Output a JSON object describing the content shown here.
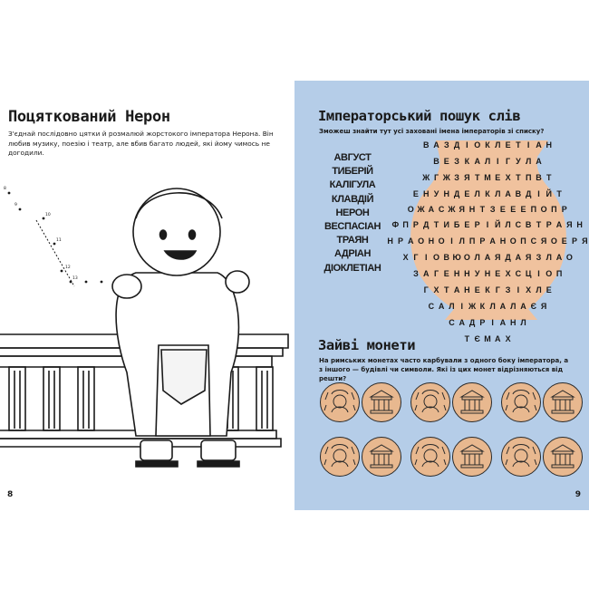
{
  "left_page": {
    "title": "Поцяткований Нерон",
    "intro": "З'єднай послідовно цятки й розмалюй жорстокого імператора Нерона. Він любив музику, поезію і театр, але вбив багато людей, які йому чимось не догодили.",
    "page_number": "8"
  },
  "right_page": {
    "title": "Імператорський пошук слів",
    "intro": "Зможеш знайти тут усі заховані імена імператорів зі списку?",
    "emperors": [
      "Август",
      "Тиберій",
      "Калігула",
      "Клавдій",
      "Нерон",
      "Веспасіан",
      "Траян",
      "Адріан",
      "Діоклетіан"
    ],
    "grid": [
      "ВАЗДІОКЛЕТІАН",
      "ВЕЗКАЛІГУЛА",
      "ЖГЖЗЯТМЕХТПВТ",
      "ЕНУНДЕЛКЛАВДІЙТ",
      "ОЖАСЖЯНТЗЕЕЕПОПР",
      "ФПРДТИБЕРІЙЛСВТРАЯН",
      "НРАОНОІЛПРАНОПСЯОЕРЯ",
      "ХГІОВЮОЛАЯДАЯЗЛАО",
      "ЗАГЕННУНЕХСЦІОП",
      "ГХТАНЕКГЗІХЛЕ",
      "САЛІЖКЛАЛАЄЯ",
      "САДРІАНЛ",
      "ТЄМАХ"
    ],
    "coins_title": "Зайві монети",
    "coins_intro": "На римських монетах часто карбували з одного боку імператора, а з іншого — будівлі чи символи. Які із цих монет відрізняються від решти?",
    "page_number": "9"
  }
}
